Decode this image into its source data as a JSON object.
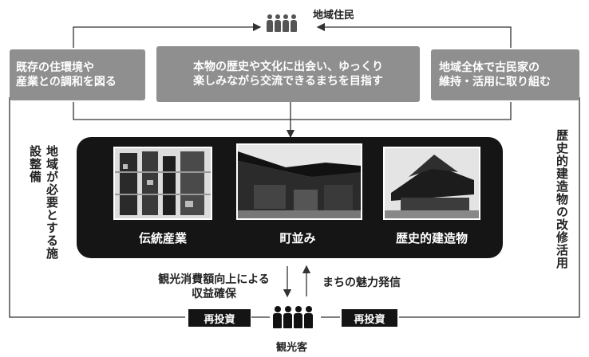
{
  "top": {
    "label": "地域住民",
    "icon": "residents-icon"
  },
  "boxes": {
    "left": [
      "既存の住環境や",
      "産業との調和を図る"
    ],
    "center": [
      "本物の歴史や文化に出会い、ゆっくり",
      "楽しみながら交流できるまちを目指す"
    ],
    "right": [
      "地域全体で古民家の",
      "維持・活用に取り組む"
    ]
  },
  "side": {
    "left": "地域が必要とする施設整備",
    "right": "歴史的建造物の改修活用"
  },
  "panel": {
    "items": [
      {
        "caption": "伝統産業",
        "icon": "traditional-industry-photo"
      },
      {
        "caption": "町並み",
        "icon": "townscape-photo"
      },
      {
        "caption": "歴史的建造物",
        "icon": "historic-building-photo"
      }
    ]
  },
  "flows": {
    "left_line1": "観光消費額向上による",
    "left_line2": "収益確保",
    "right": "まちの魅力発信"
  },
  "bottom": {
    "reinvest_left": "再投資",
    "reinvest_right": "再投資",
    "label": "観光客",
    "icon": "tourists-icon"
  },
  "colors": {
    "box_gray": "#8f8f8f",
    "panel_dark": "#151515",
    "line": "#333333"
  }
}
